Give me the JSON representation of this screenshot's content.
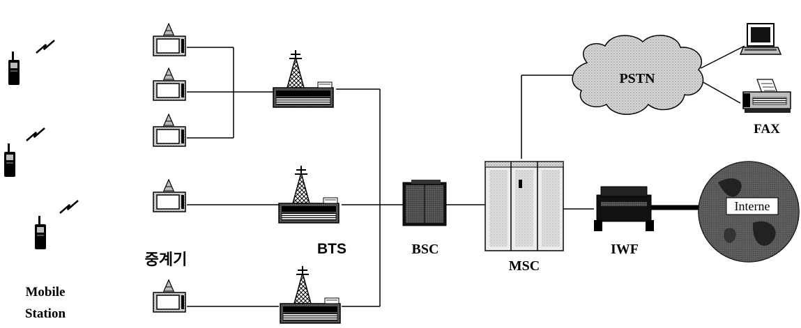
{
  "labels": {
    "mobile_station_line1": "Mobile",
    "mobile_station_line2": "Station",
    "repeater": "중계기",
    "bts": "BTS",
    "bsc": "BSC",
    "msc": "MSC",
    "iwf": "IWF",
    "pstn": "PSTN",
    "fax": "FAX",
    "internet": "Interne"
  },
  "icons": {
    "mobile_phone": "mobile-phone-icon",
    "radio_signal": "radio-signal-icon",
    "repeater": "repeater-icon",
    "bts_tower": "bts-tower-icon",
    "bsc_rack": "bsc-rack-icon",
    "msc_cabinet": "msc-cabinet-icon",
    "iwf_unit": "iwf-unit-icon",
    "pstn_cloud": "cloud-icon",
    "computer": "computer-icon",
    "fax_machine": "fax-icon",
    "internet_globe": "globe-icon"
  }
}
